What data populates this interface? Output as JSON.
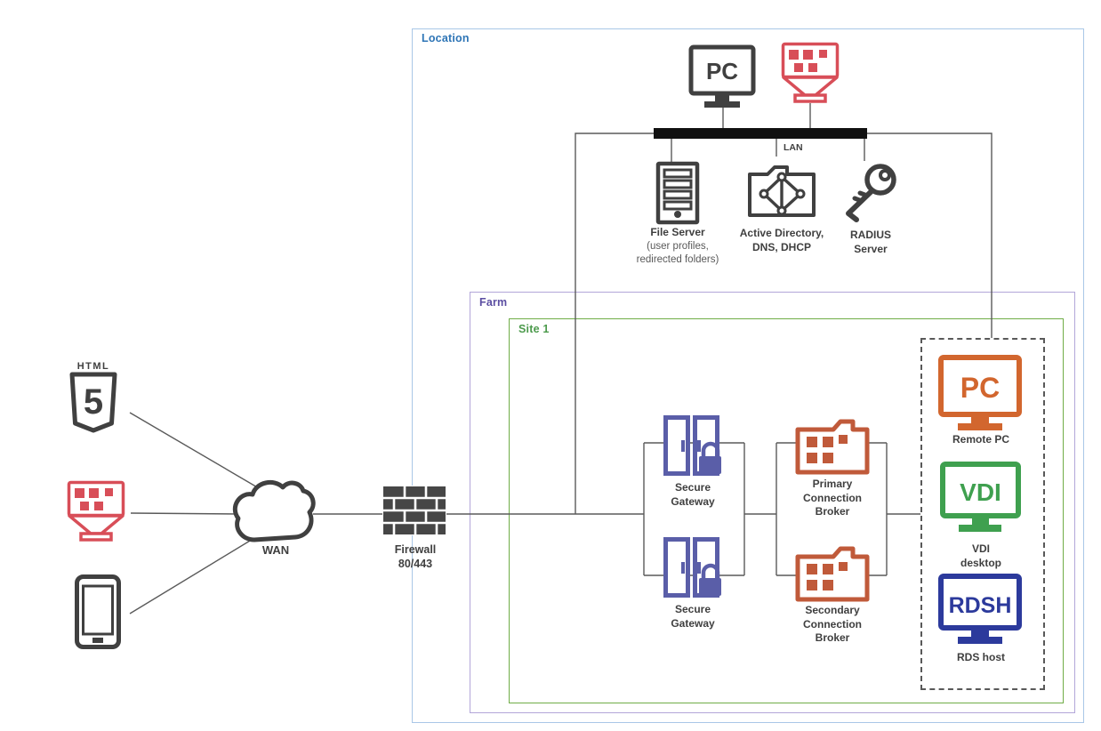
{
  "colors": {
    "dark_gray": "#404040",
    "line_gray": "#5a5a5a",
    "label_text": "#3f3f3f",
    "sub_text": "#595959",
    "lan_bar": "#111111",
    "location_border": "#a9c7e7",
    "location_label": "#2e75b6",
    "farm_border": "#b3a6d9",
    "farm_label": "#5b4ea2",
    "site_border": "#70ad47",
    "site_label": "#4c9a4c",
    "dashed_border": "#595959",
    "client_red": "#d84e58",
    "gateway_purple": "#5a5ea8",
    "broker_orange": "#c05a3a",
    "remote_pc_orange": "#d2662e",
    "vdi_green": "#3fa04f",
    "rdsh_blue": "#2c3a9c"
  },
  "clients": {
    "html5": {
      "icon": "html5-logo-icon",
      "logo_top": "HTML",
      "logo_number": "5"
    },
    "rd_client": {
      "icon": "rd-client-funnel-icon"
    },
    "mobile": {
      "icon": "mobile-device-icon"
    }
  },
  "wan": {
    "icon": "cloud-icon",
    "label": "WAN"
  },
  "firewall": {
    "icon": "brick-wall-icon",
    "line1": "Firewall",
    "line2": "80/443"
  },
  "location": {
    "label": "Location",
    "endpoints": {
      "pc": {
        "icon": "pc-monitor-icon",
        "screen_text": "PC"
      },
      "rd_client": {
        "icon": "rd-client-funnel-icon"
      }
    },
    "lan": {
      "label": "LAN"
    },
    "servers": {
      "file_server": {
        "icon": "file-server-icon",
        "title": "File Server",
        "sub_line1": "(user profiles,",
        "sub_line2": "redirected folders)"
      },
      "active_directory": {
        "icon": "ad-folder-icon",
        "line1": "Active Directory,",
        "line2": "DNS, DHCP"
      },
      "radius": {
        "icon": "key-icon",
        "line1": "RADIUS",
        "line2": "Server"
      }
    }
  },
  "farm": {
    "label": "Farm",
    "site1": {
      "label": "Site 1",
      "gateways": [
        {
          "icon": "secure-gateway-doors-icon",
          "line1": "Secure",
          "line2": "Gateway"
        },
        {
          "icon": "secure-gateway-doors-icon",
          "line1": "Secure",
          "line2": "Gateway"
        }
      ],
      "brokers": [
        {
          "icon": "connection-broker-folder-icon",
          "line1": "Primary",
          "line2": "Connection",
          "line3": "Broker"
        },
        {
          "icon": "connection-broker-folder-icon",
          "line1": "Secondary",
          "line2": "Connection",
          "line3": "Broker"
        }
      ],
      "hosts": {
        "remote_pc": {
          "icon": "remote-pc-monitor-icon",
          "screen_text": "PC",
          "label": "Remote PC"
        },
        "vdi": {
          "icon": "vdi-monitor-icon",
          "screen_text": "VDI",
          "line1": "VDI",
          "line2": "desktop"
        },
        "rdsh": {
          "icon": "rdsh-monitor-icon",
          "screen_text": "RDSH",
          "label": "RDS host"
        }
      }
    }
  }
}
